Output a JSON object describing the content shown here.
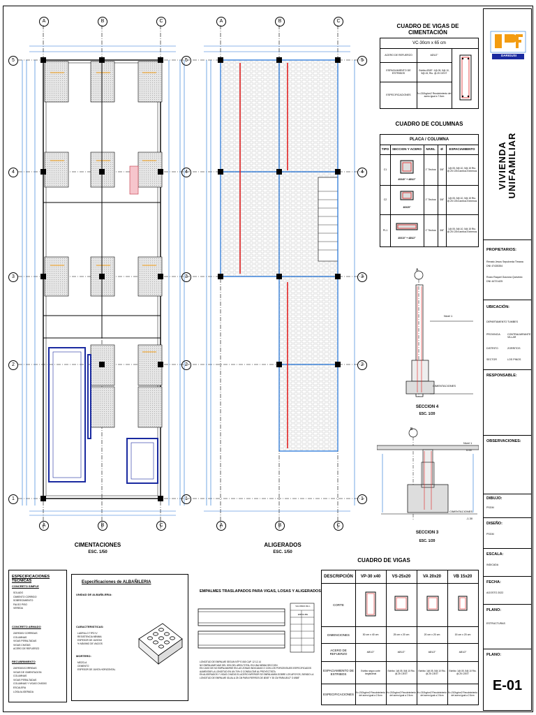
{
  "axes": {
    "columns_left": [
      "A",
      "B",
      "C"
    ],
    "columns_right": [
      "A",
      "B",
      "C"
    ],
    "rows": [
      "5",
      "4",
      "3",
      "2",
      "1"
    ]
  },
  "plans": {
    "foundation": {
      "title": "CIMENTACIONES",
      "scale": "ESC. 1/50"
    },
    "slab": {
      "title": "ALIGERADOS",
      "scale": "ESC. 1/50"
    }
  },
  "foundation_beams": {
    "title": "CUADRO DE VIGAS DE CIMENTACIÓN",
    "beam": "VC-30cm x 65 cm",
    "rows": [
      {
        "label": "ACERO DE REFUERZO",
        "value": "4Ø1/2\""
      },
      {
        "label": "ESPACIAMIENTO DE ESTRIBOS",
        "value": "Estribo Ø3/8\": 1@.05, 5@.10, 5@.15, Rto. @.25 C/EXT"
      },
      {
        "label": "ESPECIFICACIONES",
        "value": "f'c=210kg/cm2 Recubrimiento del acero igual a 7.5cm"
      }
    ]
  },
  "columns_table": {
    "title": "CUADRO DE COLUMNAS",
    "header_group": "PLACA / COLUMNA",
    "headers": [
      "TIPO",
      "SECCION Y ACERO",
      "NIVEL",
      "Ø",
      "ESPACIAMIENTO"
    ],
    "rows": [
      {
        "tipo": "C1",
        "section": "40X40\" + 4Ø1/2\"",
        "nivel": "1° Techos",
        "diam": "3/8\"",
        "spacing": "1@.05, 5@.10, 5@.15 Rto. @.25 C/Ext ambos Extremos"
      },
      {
        "tipo": "C2",
        "section": "40X25\"",
        "nivel": "1° Techos",
        "diam": "3/8\"",
        "spacing": "1@.05, 5@.10, 5@.15 Rto. @.25 C/Ext ambos Extremos"
      },
      {
        "tipo": "PL1",
        "section": "40X10\" + 4Ø1/2\"",
        "nivel": "1° Techos",
        "diam": "3/8\"",
        "spacing": "1@.05, 5@.10, 5@.15 Rto. @.25 C/Ext ambos Extremos"
      }
    ]
  },
  "section4": {
    "title": "SECCION 4",
    "scale": "ESC. 1/20",
    "label_nivel": "Nivel 1",
    "label_cim": "CIMENTACIONES",
    "axis": "A"
  },
  "section3": {
    "title": "SECCION 3",
    "scale": "ESC. 1/20",
    "label_nivel": "Nivel 1",
    "label_cim": "CIMENTACIONES",
    "axis": "B",
    "level_top": "0.00",
    "level_bottom": "-1.30"
  },
  "beams_table": {
    "title": "CUADRO DE VIGAS",
    "headers": [
      "DESCRIPCIÓN",
      "VP-30 x40",
      "VS-25x20",
      "VA 20x20",
      "VB 15x20"
    ],
    "rows": [
      {
        "label": "CORTE",
        "values": [
          "",
          "",
          "",
          ""
        ]
      },
      {
        "label": "DIMENCIONES",
        "values": [
          "30 cm x 40 cm",
          "25 cm x 20 cm",
          "20 cm x 20 cm",
          "15 cm x 20 cm"
        ]
      },
      {
        "label": "ACERO DE REFUERZO",
        "values": [
          "4Ø1/2\"",
          "4Ø1/2\"",
          "4Ø1/2\"",
          "4Ø1/2\""
        ]
      },
      {
        "label": "ESPACIAMIENTO DE ESTRIBOS",
        "values": [
          "Estribo segun corte longitudinal",
          "Estribo: 1@.05, 5@.10 Rto. @.25 C/EXT",
          "Estribo: 1@.05, 5@.10 Rto. @.25 C/EXT",
          "Estribo: 1@.05, 5@.10 Rto. @.25 C/EXT"
        ]
      },
      {
        "label": "ESPECIFICACIONES",
        "values": [
          "f'c=210kg/cm2 Recubrimiento del acero igual a 2.5cm",
          "f'c=210kg/cm2 Recubrimiento del acero igual a 2.5cm",
          "f'c=210kg/cm2 Recubrimiento del acero igual a 2.5cm",
          "f'c=210kg/cm2 Recubrimiento del acero igual a 2.5cm"
        ]
      }
    ]
  },
  "tech_specs": {
    "title": "ESPECIFICACIONES TÉCNICAS",
    "sections": [
      {
        "heading": "CONCRETO SIMPLE",
        "items": [
          "SOLADO",
          "CIMIENTO CORRIDO",
          "SOBRECIMIENTO",
          "FALSO PISO",
          "VEREDA"
        ]
      },
      {
        "heading": "CONCRETO ARMADO",
        "items": [
          "ZAPATAS/ CORRIDAS",
          "COLUMNAS",
          "VIGAS PERALTADAS",
          "VIGAS CHATAS",
          "ACERO DE REFUERZO"
        ]
      },
      {
        "heading": "RECUBRIMIENTO",
        "items": [
          "ZAPATAS/CORRIDAS",
          "VIGAS DE CIMENTACION",
          "COLUMNAS",
          "VIGAS PERALTADAS",
          "COLUMNAS Y VIGAS CHATAS",
          "ESCALERA",
          "LOSA ALIGERADA"
        ]
      }
    ]
  },
  "masonry": {
    "title": "Especificaciones de ALBAÑILERIA",
    "unit_heading": "UNIDAD DE ALBAÑILERIA:",
    "char_heading": "CARACTERISTICAS:",
    "mortar_heading": "MORTERO:",
    "char_items": [
      "LADRILLO TIPO IV",
      "RESISTENCIA MÍNIMA",
      "ESPESOR DE JUNTAS",
      "% MÁXIMO DE VACIOS"
    ],
    "mortar_items": [
      "MEZCLA",
      "CEMENTO",
      "ESPESOR DE JUNTA HORIZONTAL"
    ]
  },
  "splices": {
    "title": "EMPALMES TRASLAPADOS PARA VIGAS, LOSAS Y ALIGERADOS",
    "table_header": [
      "VALORES DE L",
      "EMPALME"
    ],
    "notes": [
      "LONGITUD DE EMPALME SEGUN NTP E.060 CAP. 12 12.14",
      "NO EMPALMAR MAS DEL 50% DEL AREA TOTAL EN UNA MISMA SECCION",
      "EN CASO DE NO EMPALMARSE EN LAS ZONAS INDICADAS O CON LOS PORCENTAJES ESPECIFICADOS AUMENTAR LA LONGITUD EN UN 70% O CONSULTAR AL PROYECTISTA",
      "EN ALIGERADOS Y VIGAS CHATAS EL ACERO INFERIOR SE EMPALMARA SOBRE LOS APOYOS, SIENDO LA LONGITUD DE EMPALME IGUAL A 25 CM PARA FIERROS DE Ø3/8\" Y 35 CM PARA Ø1/2\" O Ø5/8\""
    ]
  },
  "title_block": {
    "logo": "DARIGUSI",
    "project": [
      "VIVIENDA",
      "UNIFAMILIAR"
    ],
    "owners_label": "PROPIETARIOS:",
    "owners": [
      "Renato Jesus Sepulveda Timana",
      "DNI 47435354",
      "Rocio Raquel Guizona Quevedo",
      "DNI 44721425"
    ],
    "location_label": "UBICACIÓN:",
    "location": [
      [
        "DEPARTAMENTO",
        "TUMBES"
      ],
      [
        "PROVINCIA",
        "CONTRALMIRANTE VILLAR"
      ],
      [
        "DISTRITO",
        "ZORRITOS"
      ],
      [
        "SECTOR",
        "LOS PINOS"
      ]
    ],
    "responsible_label": "RESPONSABLE:",
    "observations_label": "OBSERVACIONES:",
    "drawing_label": "DIBUJO:",
    "drawing": "PSGM",
    "design_label": "DISEÑO:",
    "design": "PSGM",
    "scale_label": "ESCALA:",
    "scale": "INDICADA",
    "date_label": "FECHA:",
    "date": "AGOSTO 2022",
    "plan_label": "PLANO:",
    "plan": "ESTRUCTURAS",
    "sheet_label": "PLANO:",
    "sheet": "E-01"
  },
  "colors": {
    "line": "#000000",
    "axis": "#1a6fd6",
    "rebar": "#e02020",
    "hatch": "#b0b0b0",
    "accent": "#f39c12",
    "column_fill": "#000000",
    "blue_wall": "#1a2aa0"
  }
}
